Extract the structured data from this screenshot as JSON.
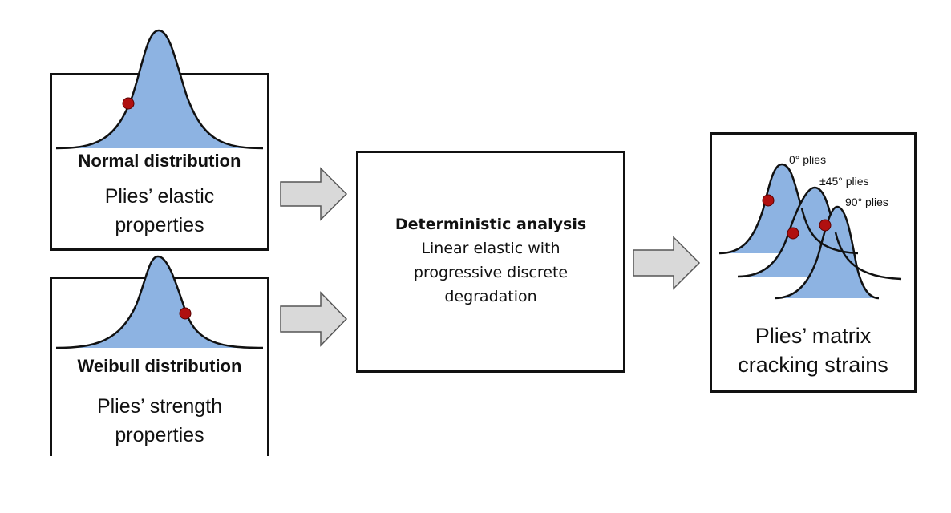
{
  "normal": {
    "title": "Normal distribution",
    "line1": "Plies’ elastic",
    "line2": "properties"
  },
  "weibull": {
    "title": "Weibull distribution",
    "line1": "Plies’ strength",
    "line2": "properties"
  },
  "analysis": {
    "title": "Deterministic analysis",
    "line1": "Linear elastic with",
    "line2": "progressive discrete",
    "line3": "degradation"
  },
  "output": {
    "plies": [
      "0° plies",
      "±45° plies",
      "90° plies"
    ],
    "line1": "Plies’ matrix",
    "line2": "cracking strains"
  },
  "colors": {
    "curve_fill": "#8db3e2",
    "marker": "#b01010",
    "arrow_fill": "#d9d9d9",
    "border": "#111111"
  }
}
